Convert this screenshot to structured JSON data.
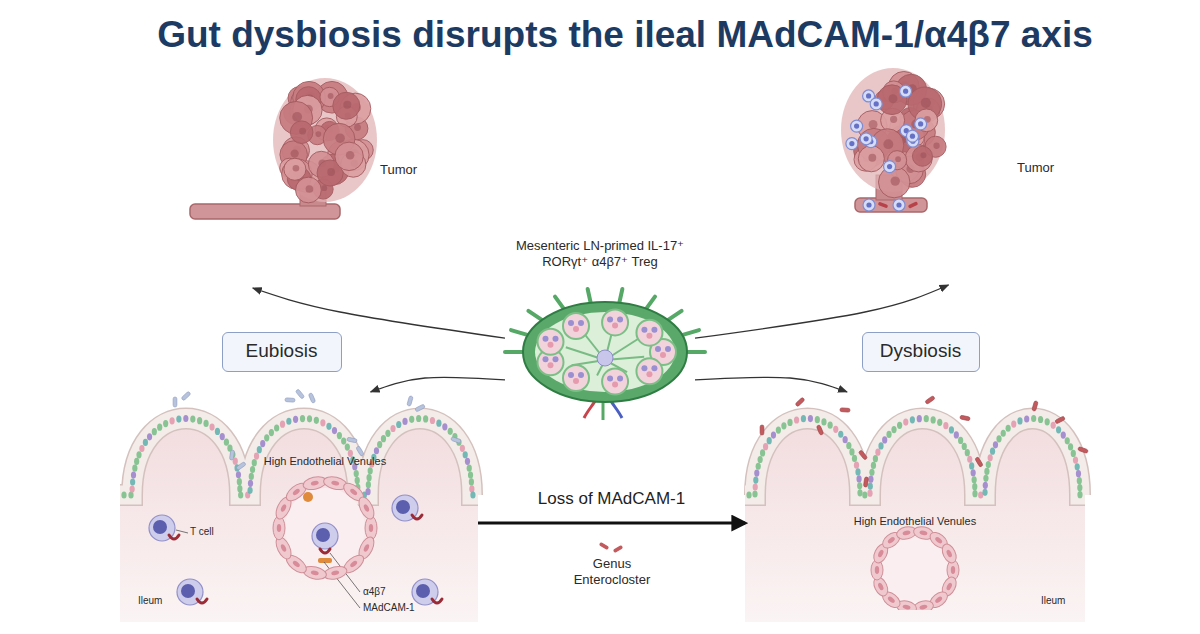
{
  "diagram": {
    "title": "Gut dysbiosis disrupts the ileal MAdCAM-1/α4β7 axis",
    "nodes": [
      {
        "text": [
          "Tumor"
        ]
      },
      {
        "text": [
          "Tumor"
        ]
      },
      {
        "text": [
          "Mesenteric LN-primed IL-17⁺ RORγt⁺ α4β7⁺ Treg"
        ]
      },
      {
        "text": [
          "Eubiosis"
        ]
      },
      {
        "text": [
          "Dysbiosis"
        ]
      },
      {
        "text": [
          "Ileum"
        ]
      },
      {
        "text": [
          "High Endothelial Venules"
        ],
        "in": 5
      },
      {
        "text": [
          "Ileum"
        ]
      },
      {
        "text": [
          "High Endothelial Venules"
        ],
        "in": 7
      }
    ],
    "edges": [
      {
        "from": 2,
        "to": 0,
        "arrow": "to"
      },
      {
        "from": 2,
        "to": 5,
        "arrow": "to"
      },
      {
        "from": 2,
        "to": 1,
        "arrow": "to"
      },
      {
        "from": 2,
        "to": 7,
        "arrow": "to"
      },
      {
        "from": 5,
        "to": 7,
        "label": "Loss of MAdCAM-1",
        "arrow": "to"
      }
    ],
    "labels": [
      "T cell",
      "α4β7",
      "MAdCAM-1",
      "Genus Enterocloster"
    ]
  }
}
